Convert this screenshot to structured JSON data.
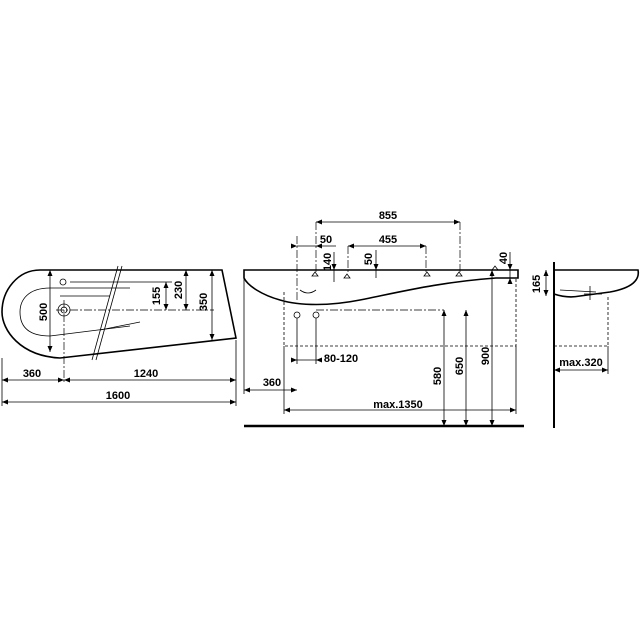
{
  "views": {
    "top": {
      "dims": {
        "d500": "500",
        "d155": "155",
        "d230": "230",
        "d350": "350",
        "d360": "360",
        "d1240": "1240",
        "d1600": "1600"
      }
    },
    "front": {
      "dims": {
        "d855": "855",
        "d50a": "50",
        "d455": "455",
        "d140": "140",
        "d50b": "50",
        "d40": "40",
        "d80_120": "80-120",
        "d360": "360",
        "d580": "580",
        "d650": "650",
        "d900": "900",
        "dmax1350": "max.1350"
      }
    },
    "side": {
      "dims": {
        "d165": "165",
        "dmax320": "max.320"
      }
    }
  }
}
